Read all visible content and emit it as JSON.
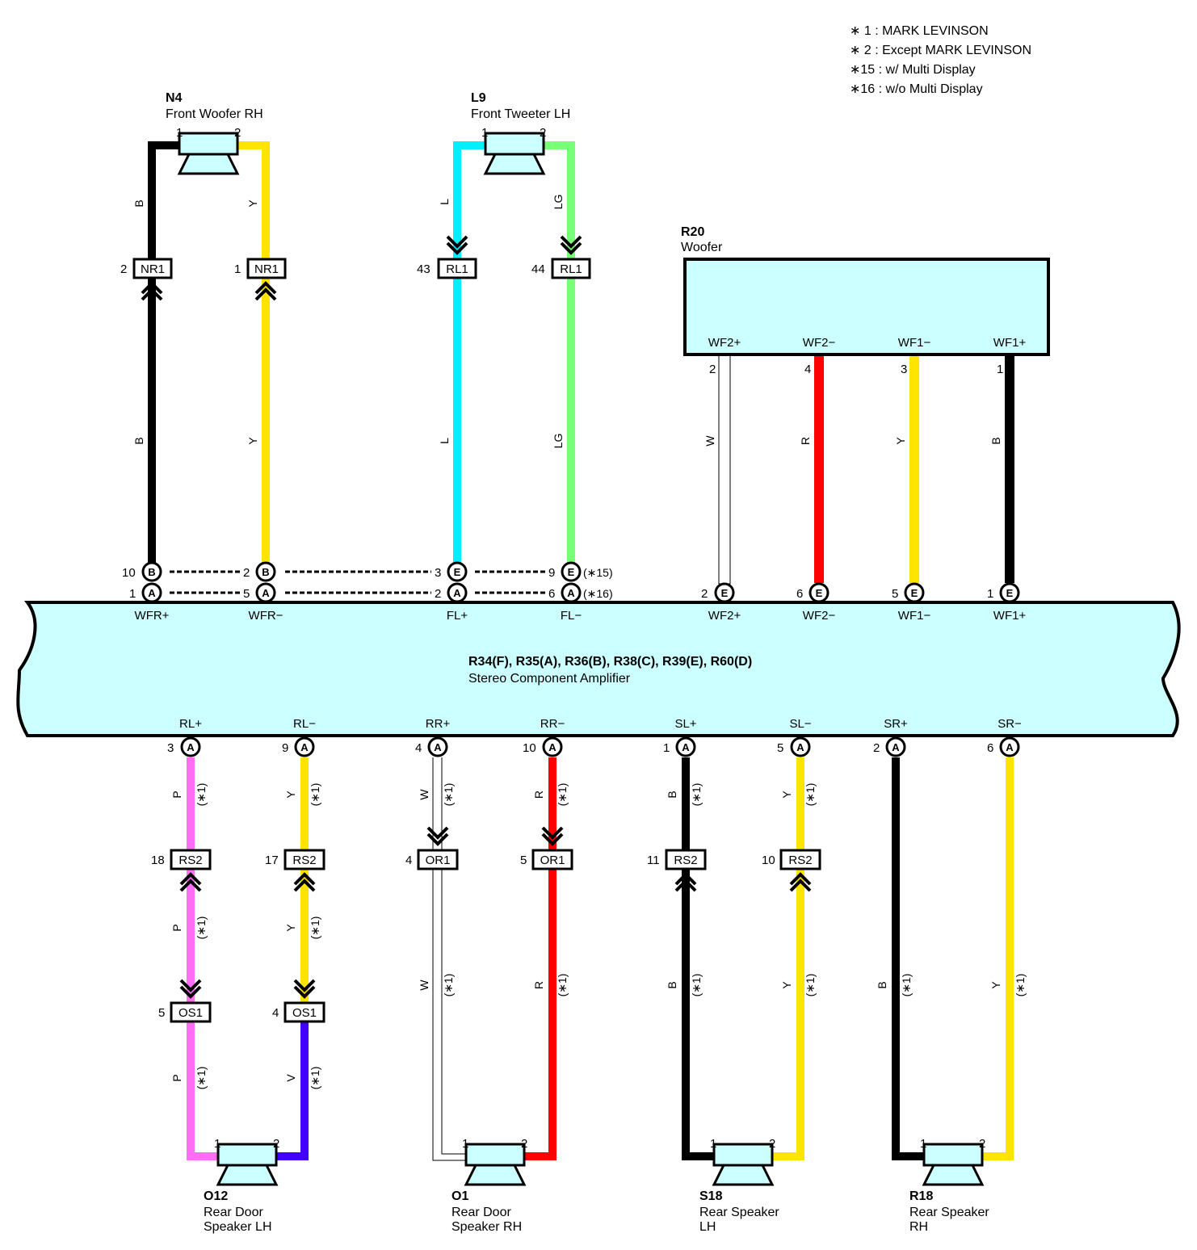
{
  "notes": [
    "∗ 1 : MARK LEVINSON",
    "∗ 2 : Except MARK LEVINSON",
    "∗15 : w/ Multi Display",
    "∗16 : w/o Multi Display"
  ],
  "components": {
    "n4": {
      "code": "N4",
      "name": "Front Woofer RH"
    },
    "l9": {
      "code": "L9",
      "name": "Front Tweeter LH"
    },
    "r20": {
      "code": "R20",
      "name": "Woofer"
    },
    "amp": {
      "code": "R34(F), R35(A), R36(B), R38(C), R39(E), R60(D)",
      "name": "Stereo Component Amplifier"
    },
    "o12": {
      "code": "O12",
      "name_line1": "Rear Door",
      "name_line2": "Speaker LH"
    },
    "o1": {
      "code": "O1",
      "name_line1": "Rear Door",
      "name_line2": "Speaker RH"
    },
    "s18": {
      "code": "S18",
      "name_line1": "Rear Speaker",
      "name_line2": "LH"
    },
    "r18": {
      "code": "R18",
      "name_line1": "Rear Speaker",
      "name_line2": "RH"
    }
  },
  "speaker_pins": {
    "pin1": "1",
    "pin2": "2"
  },
  "woofer_terminals": [
    "WF2+",
    "WF2−",
    "WF1−",
    "WF1+"
  ],
  "woofer_pins": [
    "2",
    "4",
    "3",
    "1"
  ],
  "amp_top_terminals": [
    "WFR+",
    "WFR−",
    "FL+",
    "FL−",
    "WF2+",
    "WF2−",
    "WF1−",
    "WF1+"
  ],
  "amp_bottom_terminals": [
    "RL+",
    "RL−",
    "RR+",
    "RR−",
    "SL+",
    "SL−",
    "SR+",
    "SR−"
  ],
  "amp_top_row1": {
    "circles": [
      "B",
      "B",
      "E",
      "E"
    ],
    "pins": [
      "10",
      "2",
      "3",
      "9"
    ],
    "note": "(∗15)"
  },
  "amp_top_row2": {
    "circles": [
      "A",
      "A",
      "A",
      "A",
      "E",
      "E",
      "E",
      "E"
    ],
    "pins": [
      "1",
      "5",
      "2",
      "6",
      "2",
      "6",
      "5",
      "1"
    ],
    "note": "(∗16)"
  },
  "amp_bottom_row": {
    "circles": [
      "A",
      "A",
      "A",
      "A",
      "A",
      "A",
      "A",
      "A"
    ],
    "pins": [
      "3",
      "9",
      "4",
      "10",
      "1",
      "5",
      "2",
      "6"
    ]
  },
  "upper_connectors": [
    {
      "label": "NR1",
      "pin": "2"
    },
    {
      "label": "NR1",
      "pin": "1"
    },
    {
      "label": "RL1",
      "pin": "43"
    },
    {
      "label": "RL1",
      "pin": "44"
    }
  ],
  "rear_connectors_a": [
    {
      "label": "RS2",
      "pin": "18"
    },
    {
      "label": "RS2",
      "pin": "17"
    },
    {
      "label": "OR1",
      "pin": "4"
    },
    {
      "label": "OR1",
      "pin": "5"
    },
    {
      "label": "RS2",
      "pin": "11"
    },
    {
      "label": "RS2",
      "pin": "10"
    }
  ],
  "rear_connectors_b": [
    {
      "label": "OS1",
      "pin": "5"
    },
    {
      "label": "OS1",
      "pin": "4"
    }
  ],
  "wire_labels": {
    "n4": [
      "B",
      "Y"
    ],
    "l9": [
      "L",
      "LG"
    ],
    "front_lower": [
      "B",
      "Y",
      "L",
      "LG"
    ],
    "woofer": [
      "W",
      "R",
      "Y",
      "B"
    ],
    "rear_upper": [
      "P",
      "Y",
      "W",
      "R",
      "B",
      "Y"
    ],
    "rear_mid": [
      "P",
      "Y"
    ],
    "rear_long": [
      "W",
      "R",
      "B",
      "Y",
      "B",
      "Y"
    ],
    "rear_lower": [
      "P",
      "V"
    ],
    "mark": "(∗1)"
  },
  "colors": {
    "B": "#000000",
    "Y": "#ffe400",
    "L": "#00f0ff",
    "LG": "#78ff78",
    "R": "#ff0000",
    "W": "#ffffff",
    "P": "#ff6cf5",
    "V": "#4200ff",
    "component_fill": "#ccffff"
  }
}
